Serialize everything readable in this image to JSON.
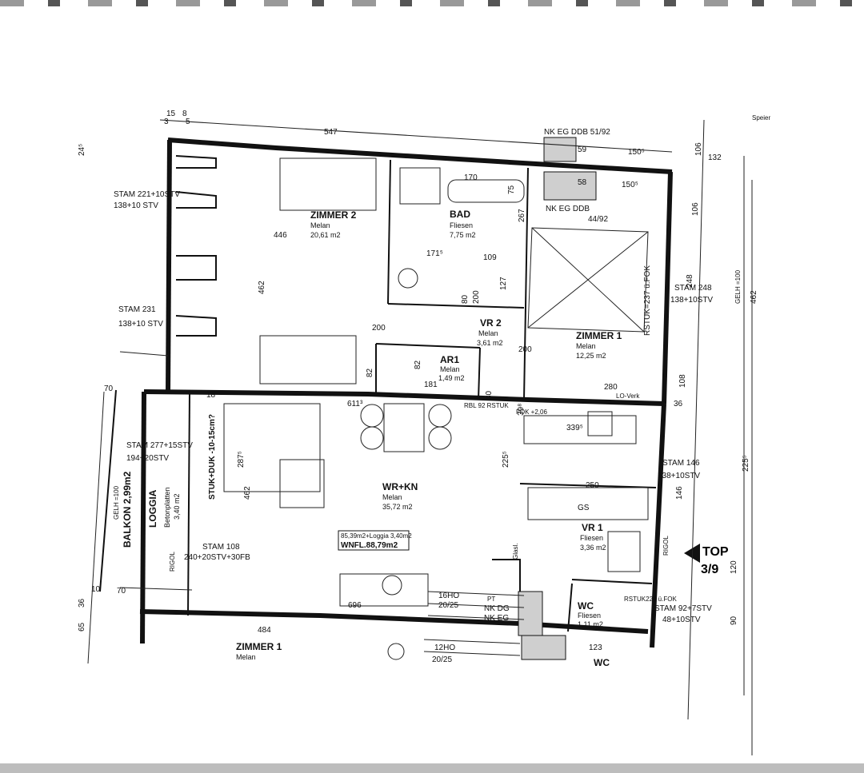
{
  "rooms": {
    "zimmer2": {
      "name": "ZIMMER 2",
      "floor": "Melan",
      "area": "20,61 m2"
    },
    "bad": {
      "name": "BAD",
      "floor": "Fliesen",
      "area": "7,75 m2"
    },
    "zimmer1_right": {
      "name": "ZIMMER 1",
      "floor": "Melan",
      "area": "12,25 m2"
    },
    "vr2": {
      "name": "VR 2",
      "floor": "Melan",
      "area": "3,61 m2"
    },
    "ar1": {
      "name": "AR1",
      "floor": "Melan",
      "area": "1,49 m2"
    },
    "wrkn": {
      "name": "WR+KN",
      "floor": "Melan",
      "area": "35,72 m2"
    },
    "vr1": {
      "name": "VR 1",
      "floor": "Fliesen",
      "area": "3,36 m2"
    },
    "wc": {
      "name": "WC",
      "floor": "Fliesen",
      "area": "1,11 m2"
    },
    "loggia": {
      "name": "LOGGIA",
      "floor": "Betonplatten",
      "area": "3,40 m2"
    },
    "balkon": {
      "name": "BALKON 2,99m2"
    },
    "zimmer1_bottom": {
      "name": "ZIMMER 1",
      "floor": "Melan"
    },
    "wc_bottom": {
      "name": "WC"
    }
  },
  "summary": {
    "line1": "85,39m2+Loggia 3,40m2",
    "line2": "WNFL.88,79m2"
  },
  "top_label": {
    "line1": "TOP",
    "line2": "3/9"
  },
  "annotations": {
    "stam221": "STAM 221+10STV",
    "stam221b": "138+10 STV",
    "stam231": "STAM 231",
    "stam231b": "138+10 STV",
    "stam248": "STAM 248",
    "stam248b": "138+10STV",
    "stam277": "STAM 277+15STV",
    "stam277b": "194+20STV",
    "stam108": "STAM 108",
    "stam108b": "240+20STV+30FB",
    "stam146": "STAM 146",
    "stam146b": "138+10STV",
    "stam92": "STAM 92+7STV",
    "stam92b": "48+10STV",
    "nkeg1": "NK EG  DDB 51/92",
    "nkeg2": "NK EG  DDB",
    "nkeg2b": "44/92",
    "rstuk_right": "RSTUK=237 ü.FOK",
    "rbl": "RBL 92 RSTUK",
    "rbl2": "FOK +2,06",
    "stuk_duk": "STUK+DUK -10-15cm?",
    "gelh_left": "GELH =100",
    "gelh_right": "GELH =100",
    "rigol1": "RIGOL",
    "rigol2": "RIGOL",
    "gs": "GS",
    "glasl": "Glasl.",
    "ho16": "16HO",
    "ho16b": "20/25",
    "ho12": "12HO",
    "ho12b": "20/25",
    "ptnk": "PT",
    "nkdg": "NK DG",
    "nkeg3": "NK EG",
    "rstuk224": "RSTUK224 ü.FOK",
    "loverk": "LO-Verk",
    "speier": "Speier"
  },
  "dims": {
    "d547": "547",
    "d446": "446",
    "d462a": "462",
    "d462b": "462",
    "d462r": "462",
    "d170": "170",
    "d1715": "171⁵",
    "d109": "109",
    "d267": "267",
    "d75": "75",
    "d127": "127",
    "d200a": "200",
    "d200b": "200",
    "d200c": "200",
    "d80a": "80",
    "d80b": "80",
    "d280": "280",
    "d181": "181",
    "d82a": "82",
    "d82b": "82",
    "d6113": "611³",
    "d3395": "339⁵",
    "d2875": "287⁵",
    "d2255": "225⁵",
    "d2255r": "225⁵",
    "d250": "250",
    "d696": "696",
    "d484": "484",
    "d123": "123",
    "d106a": "106",
    "d106b": "106",
    "d132": "132",
    "d248": "248",
    "d108": "108",
    "d1505a": "150⁵",
    "d1505b": "150⁵",
    "d59": "59",
    "d58": "58",
    "d36": "36",
    "d18": "18",
    "d146": "146",
    "d120": "120",
    "d90": "90",
    "d70a": "70",
    "d70b": "70",
    "d10": "10",
    "d65": "65",
    "d36b": "36",
    "d245": "24⁵",
    "d15": "15",
    "d8": "8",
    "d3": "3",
    "d5": "5",
    "d398": "39⁸"
  }
}
